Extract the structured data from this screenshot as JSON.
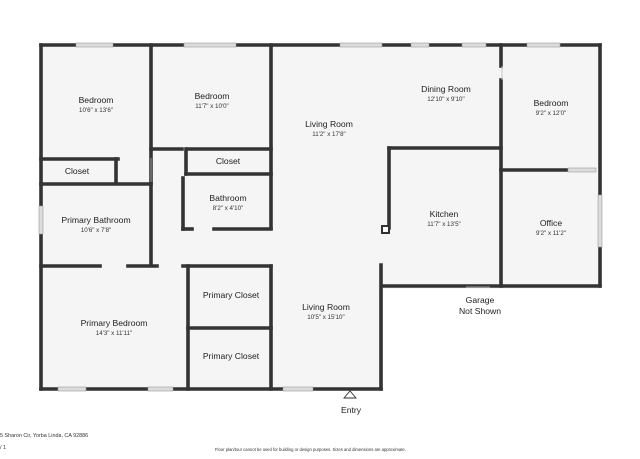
{
  "rooms": [
    {
      "id": "bedroom-1",
      "name": "Bedroom",
      "dims": "10'6\" x 13'6\""
    },
    {
      "id": "bedroom-2",
      "name": "Bedroom",
      "dims": "11'7\" x 10'0\""
    },
    {
      "id": "living-room-1",
      "name": "Living Room",
      "dims": "11'2\" x 17'8\""
    },
    {
      "id": "dining-room",
      "name": "Dining Room",
      "dims": "12'10\" x 9'10\""
    },
    {
      "id": "bedroom-3",
      "name": "Bedroom",
      "dims": "9'2\" x 12'0\""
    },
    {
      "id": "closet-1",
      "name": "Closet",
      "dims": ""
    },
    {
      "id": "closet-2",
      "name": "Closet",
      "dims": ""
    },
    {
      "id": "bathroom",
      "name": "Bathroom",
      "dims": "8'2\" x 4'10\""
    },
    {
      "id": "kitchen",
      "name": "Kitchen",
      "dims": "11'7\" x 13'5\""
    },
    {
      "id": "office",
      "name": "Office",
      "dims": "9'2\" x 11'2\""
    },
    {
      "id": "primary-bathroom",
      "name": "Primary Bathroom",
      "dims": "10'6\" x 7'8\""
    },
    {
      "id": "primary-closet-1",
      "name": "Primary Closet",
      "dims": ""
    },
    {
      "id": "primary-closet-2",
      "name": "Primary Closet",
      "dims": ""
    },
    {
      "id": "primary-bedroom",
      "name": "Primary Bedroom",
      "dims": "14'3\" x 11'11\""
    },
    {
      "id": "living-room-2",
      "name": "Living Room",
      "dims": "10'5\" x 15'10\""
    }
  ],
  "notes": {
    "garage_line1": "Garage",
    "garage_line2": "Not Shown",
    "entry": "Entry"
  },
  "footer": {
    "address": "5 Sharon Cir, Yorba Linda, CA 92886",
    "code": "/ 1",
    "disclaimer": "Floor plan/tour cannot be used for building or design purposes. Sizes and dimensions are approximate."
  },
  "colors": {
    "wall": "#333333",
    "floor": "#f5f5f5",
    "window": "#d9d9d9"
  }
}
